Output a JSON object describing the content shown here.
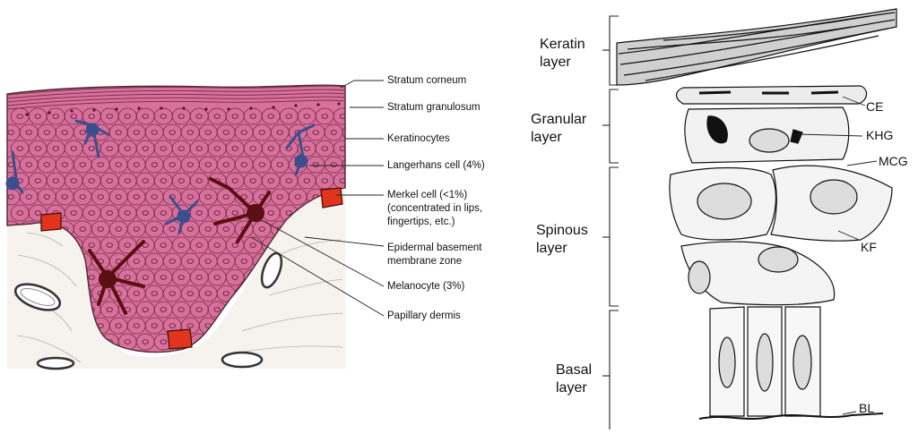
{
  "left_panel": {
    "labels": {
      "stratum_corneum": "Stratum corneum",
      "stratum_granulosum": "Stratum granulosum",
      "keratinocytes": "Keratinocytes",
      "langerhans": "Langerhans  cell (4%)",
      "merkel_1": "Merkel cell (<1%)",
      "merkel_2": "(concentrated in lips,",
      "merkel_3": "fingertips, etc.)",
      "basement_1": "Epidermal basement",
      "basement_2": "membrane zone",
      "melanocyte": "Melanocyte (3%)",
      "papillary": "Papillary dermis"
    },
    "colors": {
      "epidermis": "#d9709c",
      "langerhans": "#3b4f8c",
      "merkel": "#e0341c",
      "melanocyte": "#5a0f12",
      "dermis": "#f6f2ee"
    }
  },
  "right_panel": {
    "layers": {
      "keratin_1": "Keratin",
      "keratin_2": "layer",
      "granular_1": "Granular",
      "granular_2": "layer",
      "spinous_1": "Spinous",
      "spinous_2": "layer",
      "basal_1": "Basal",
      "basal_2": "layer"
    },
    "abbrev": {
      "ce": "CE",
      "khg": "KHG",
      "mcg": "MCG",
      "kf": "KF",
      "bl": "BL"
    }
  }
}
